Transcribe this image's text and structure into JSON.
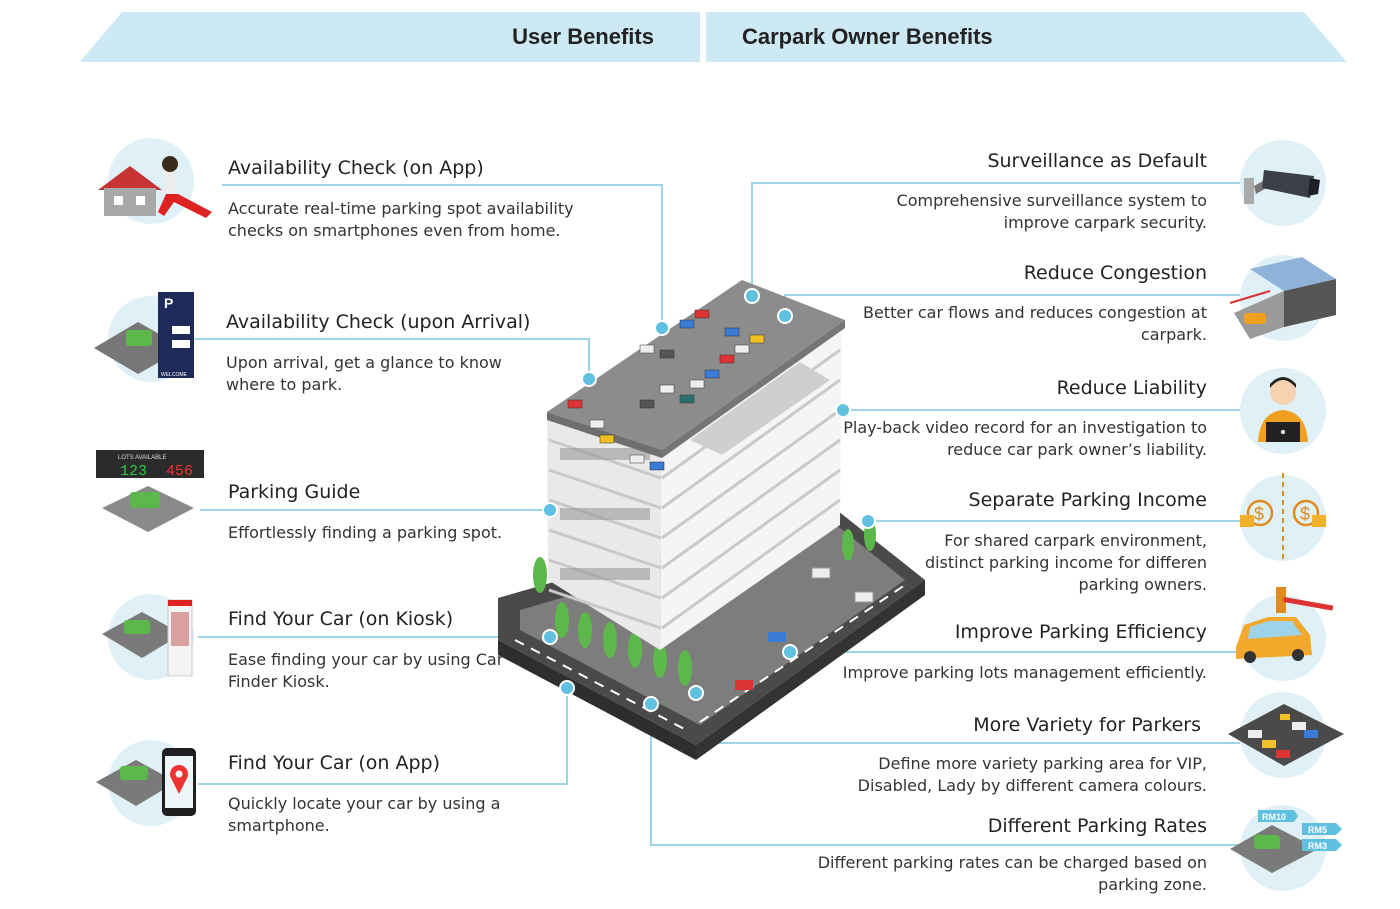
{
  "header": {
    "user_benefits": "User Benefits",
    "owner_benefits": "Carpark Owner Benefits"
  },
  "user_benefits": [
    {
      "title": "Availability Check (on App)",
      "desc": "Accurate real-time parking spot availability checks on smartphones even from home."
    },
    {
      "title": "Availability Check (upon Arrival)",
      "desc": "Upon arrival, get a glance to know where to park."
    },
    {
      "title": "Parking Guide",
      "desc": "Effortlessly finding a parking spot."
    },
    {
      "title": "Find Your Car (on Kiosk)",
      "desc": "Ease finding your car by using Car Finder Kiosk."
    },
    {
      "title": "Find Your Car (on App)",
      "desc": "Quickly locate your car by using a smartphone."
    }
  ],
  "owner_benefits": [
    {
      "title": "Surveillance as Default",
      "desc": "Comprehensive surveillance system to improve carpark security."
    },
    {
      "title": "Reduce Congestion",
      "desc": "Better car flows and reduces congestion at carpark."
    },
    {
      "title": "Reduce Liability",
      "desc": "Play-back video record for an investigation to reduce car park owner’s liability."
    },
    {
      "title": "Separate Parking Income",
      "desc": "For shared carpark environment, distinct parking income for differen parking owners."
    },
    {
      "title": "Improve Parking Efficiency",
      "desc": "Improve parking lots management efficiently."
    },
    {
      "title": "More Variety for Parkers",
      "desc": "Define more variety parking area for VIP, Disabled, Lady by different camera colours."
    },
    {
      "title": "Different Parking Rates",
      "desc": "Different parking rates can be charged based on parking zone."
    }
  ],
  "sign_labels": {
    "lots_available": "LOTS AVAILABLE",
    "count_left": "123",
    "count_right": "456",
    "welcome": "WELCOME",
    "p_letter": "P"
  },
  "rate_labels": [
    "RM10",
    "RM5",
    "RM3"
  ],
  "colors": {
    "banner": "#cde9f3",
    "connector": "#9fd3e6",
    "dot": "#5fc0e0",
    "icon_bg": "#dff0f7",
    "building": "#f2f2f2",
    "roof": "#8c8c8c"
  }
}
